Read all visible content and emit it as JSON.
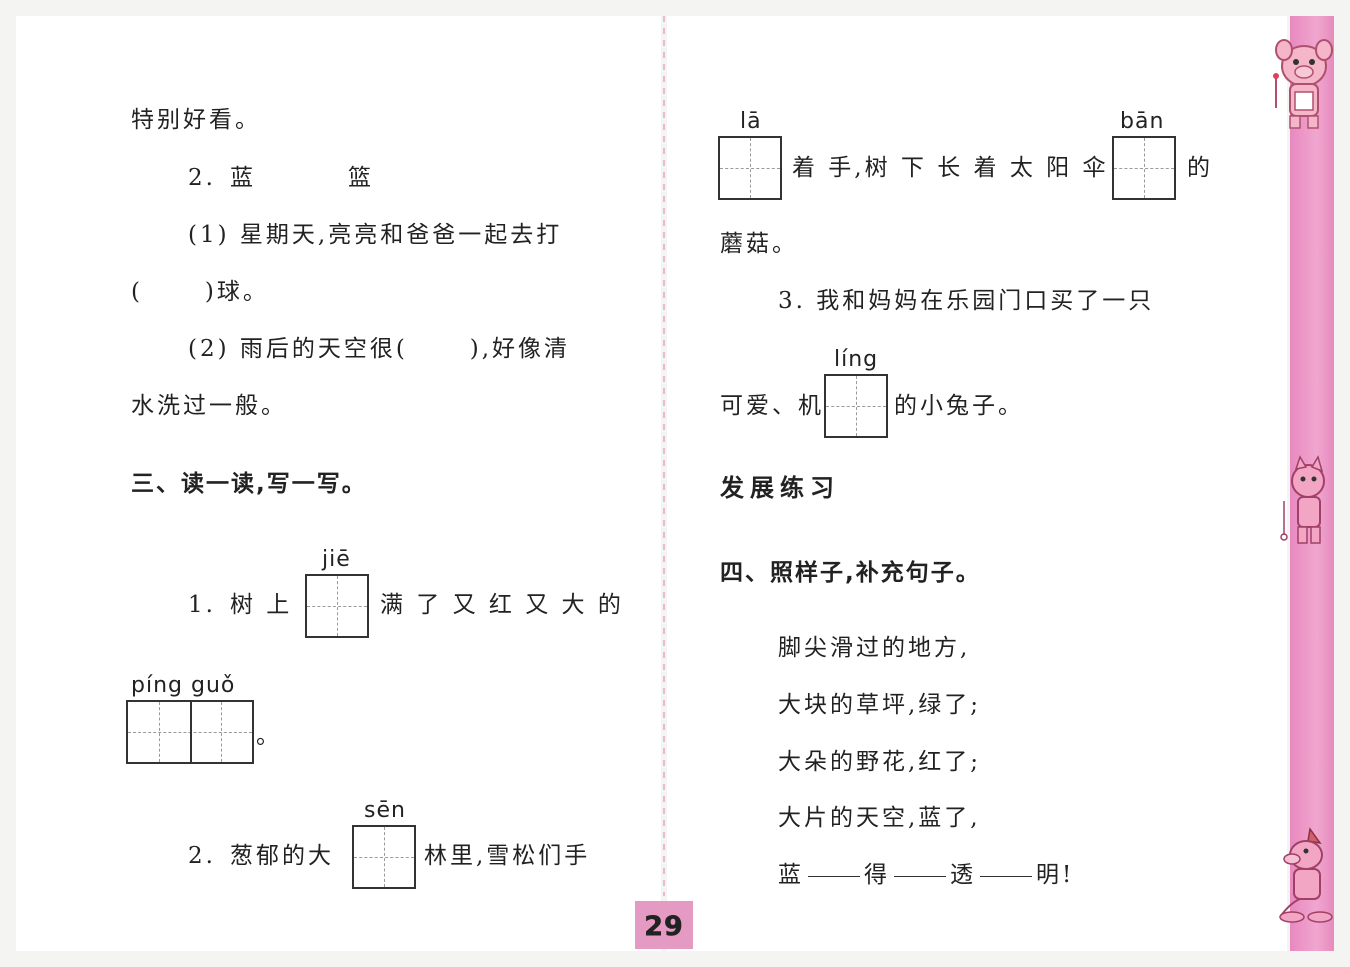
{
  "page_number": "29",
  "left": {
    "line1": "特别好看。",
    "item2_label": "2.",
    "item2_a": "蓝",
    "item2_b": "篮",
    "q1_line1": "(1) 星期天,亮亮和爸爸一起去打",
    "q1_line2": "(      )球。",
    "q2_line1": "(2) 雨后的天空很(      ),好像清",
    "q2_line2": "水洗过一般。",
    "section3_title": "三、读一读,写一写。",
    "s1_label": "1.",
    "s1_before": "树 上",
    "s1_pinyin": "jiē",
    "s1_after": "满 了 又 红 又 大 的",
    "s1_pinyin2": "píng guǒ",
    "s1_end": "。",
    "s2_label": "2.",
    "s2_before": "葱郁的大",
    "s2_pinyin": "sēn",
    "s2_after": "林里,雪松们手"
  },
  "right": {
    "l1_pinyin_a": "lā",
    "l1_middle": "着 手,树 下 长 着 太 阳 伞",
    "l1_pinyin_b": "bān",
    "l1_end": "的",
    "l2": "蘑菇。",
    "s3": "3. 我和妈妈在乐园门口买了一只",
    "s3_before": "可爱、机",
    "s3_pinyin": "líng",
    "s3_after": "的小兔子。",
    "dev_title": "发展练习",
    "section4_title": "四、照样子,补充句子。",
    "poem": [
      "脚尖滑过的地方,",
      "大块的草坪,绿了;",
      "大朵的野花,红了;",
      "大片的天空,蓝了,"
    ],
    "poem_last": [
      "蓝",
      "得",
      "透",
      "明!"
    ]
  }
}
